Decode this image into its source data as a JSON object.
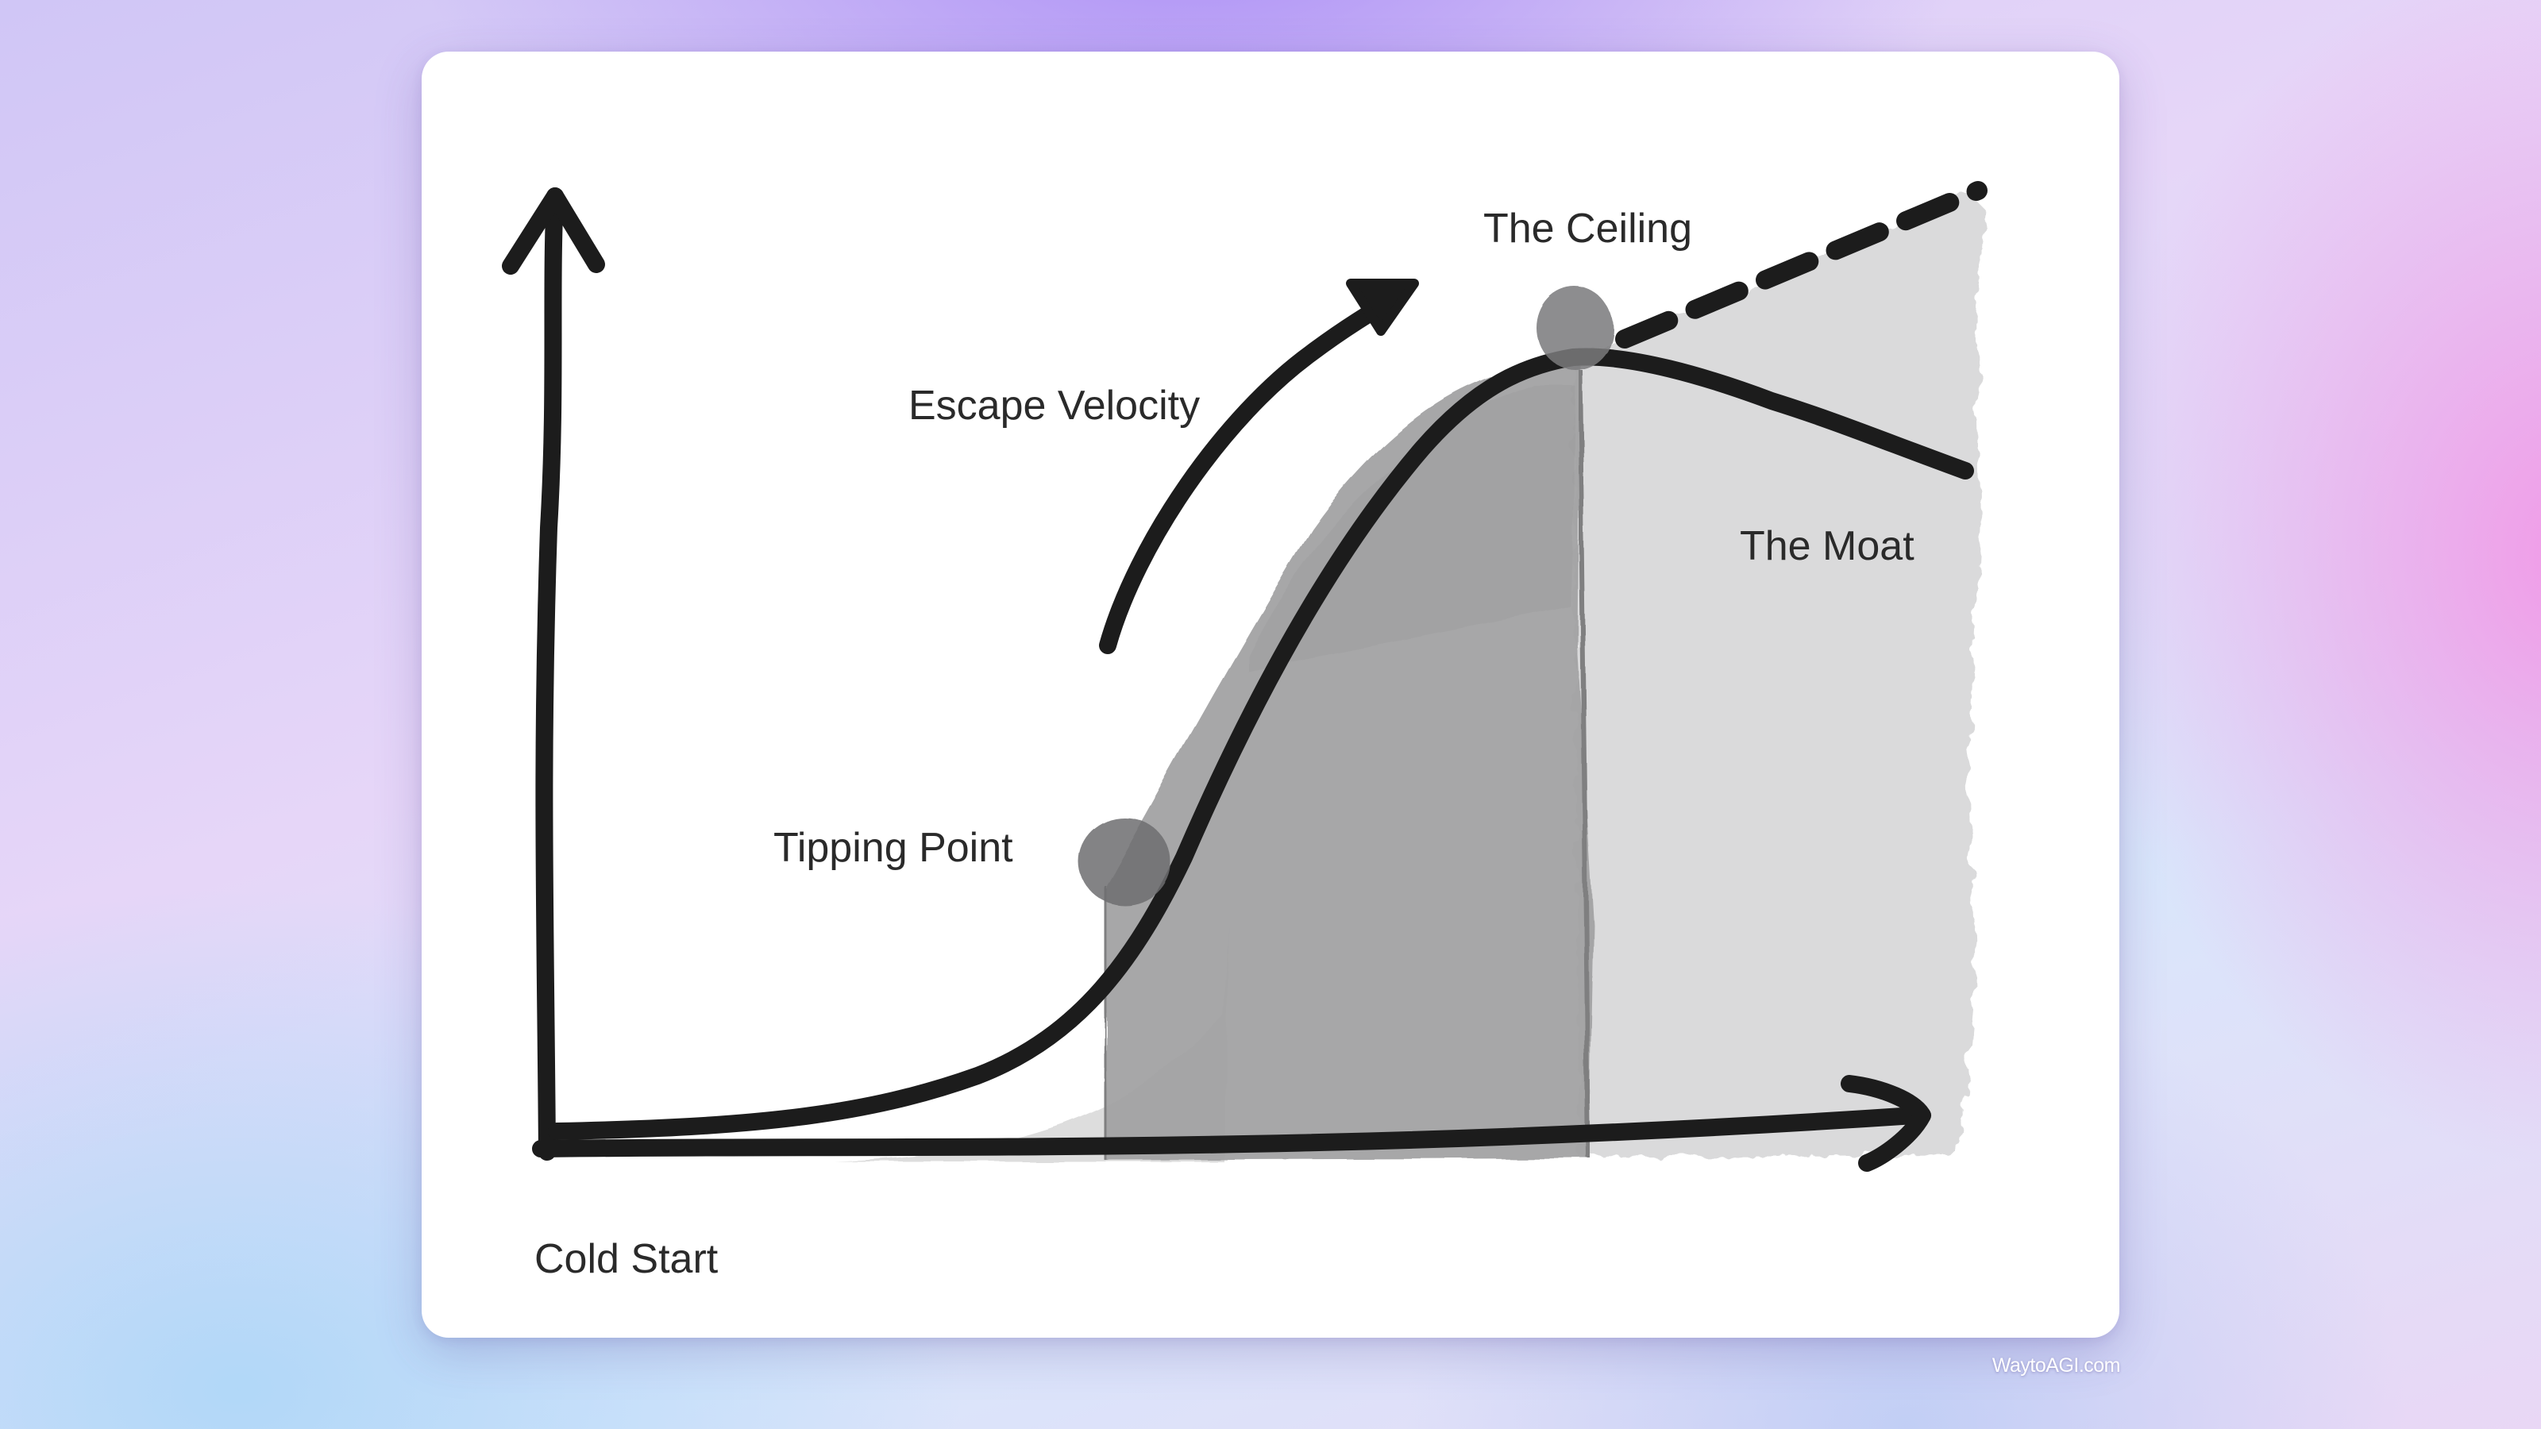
{
  "diagram": {
    "labels": {
      "cold_start": "Cold Start",
      "tipping_point": "Tipping Point",
      "escape_velocity": "Escape Velocity",
      "the_ceiling": "The Ceiling",
      "the_moat": "The Moat"
    },
    "colors": {
      "ink": "#1c1c1c",
      "fill_light": "#dadada",
      "fill_mid": "#b9b9ba",
      "fill_dark": "#9a9a9b",
      "label_text": "#2a2a2a"
    }
  },
  "footer": {
    "watermark": "WaytoAGI.com"
  }
}
